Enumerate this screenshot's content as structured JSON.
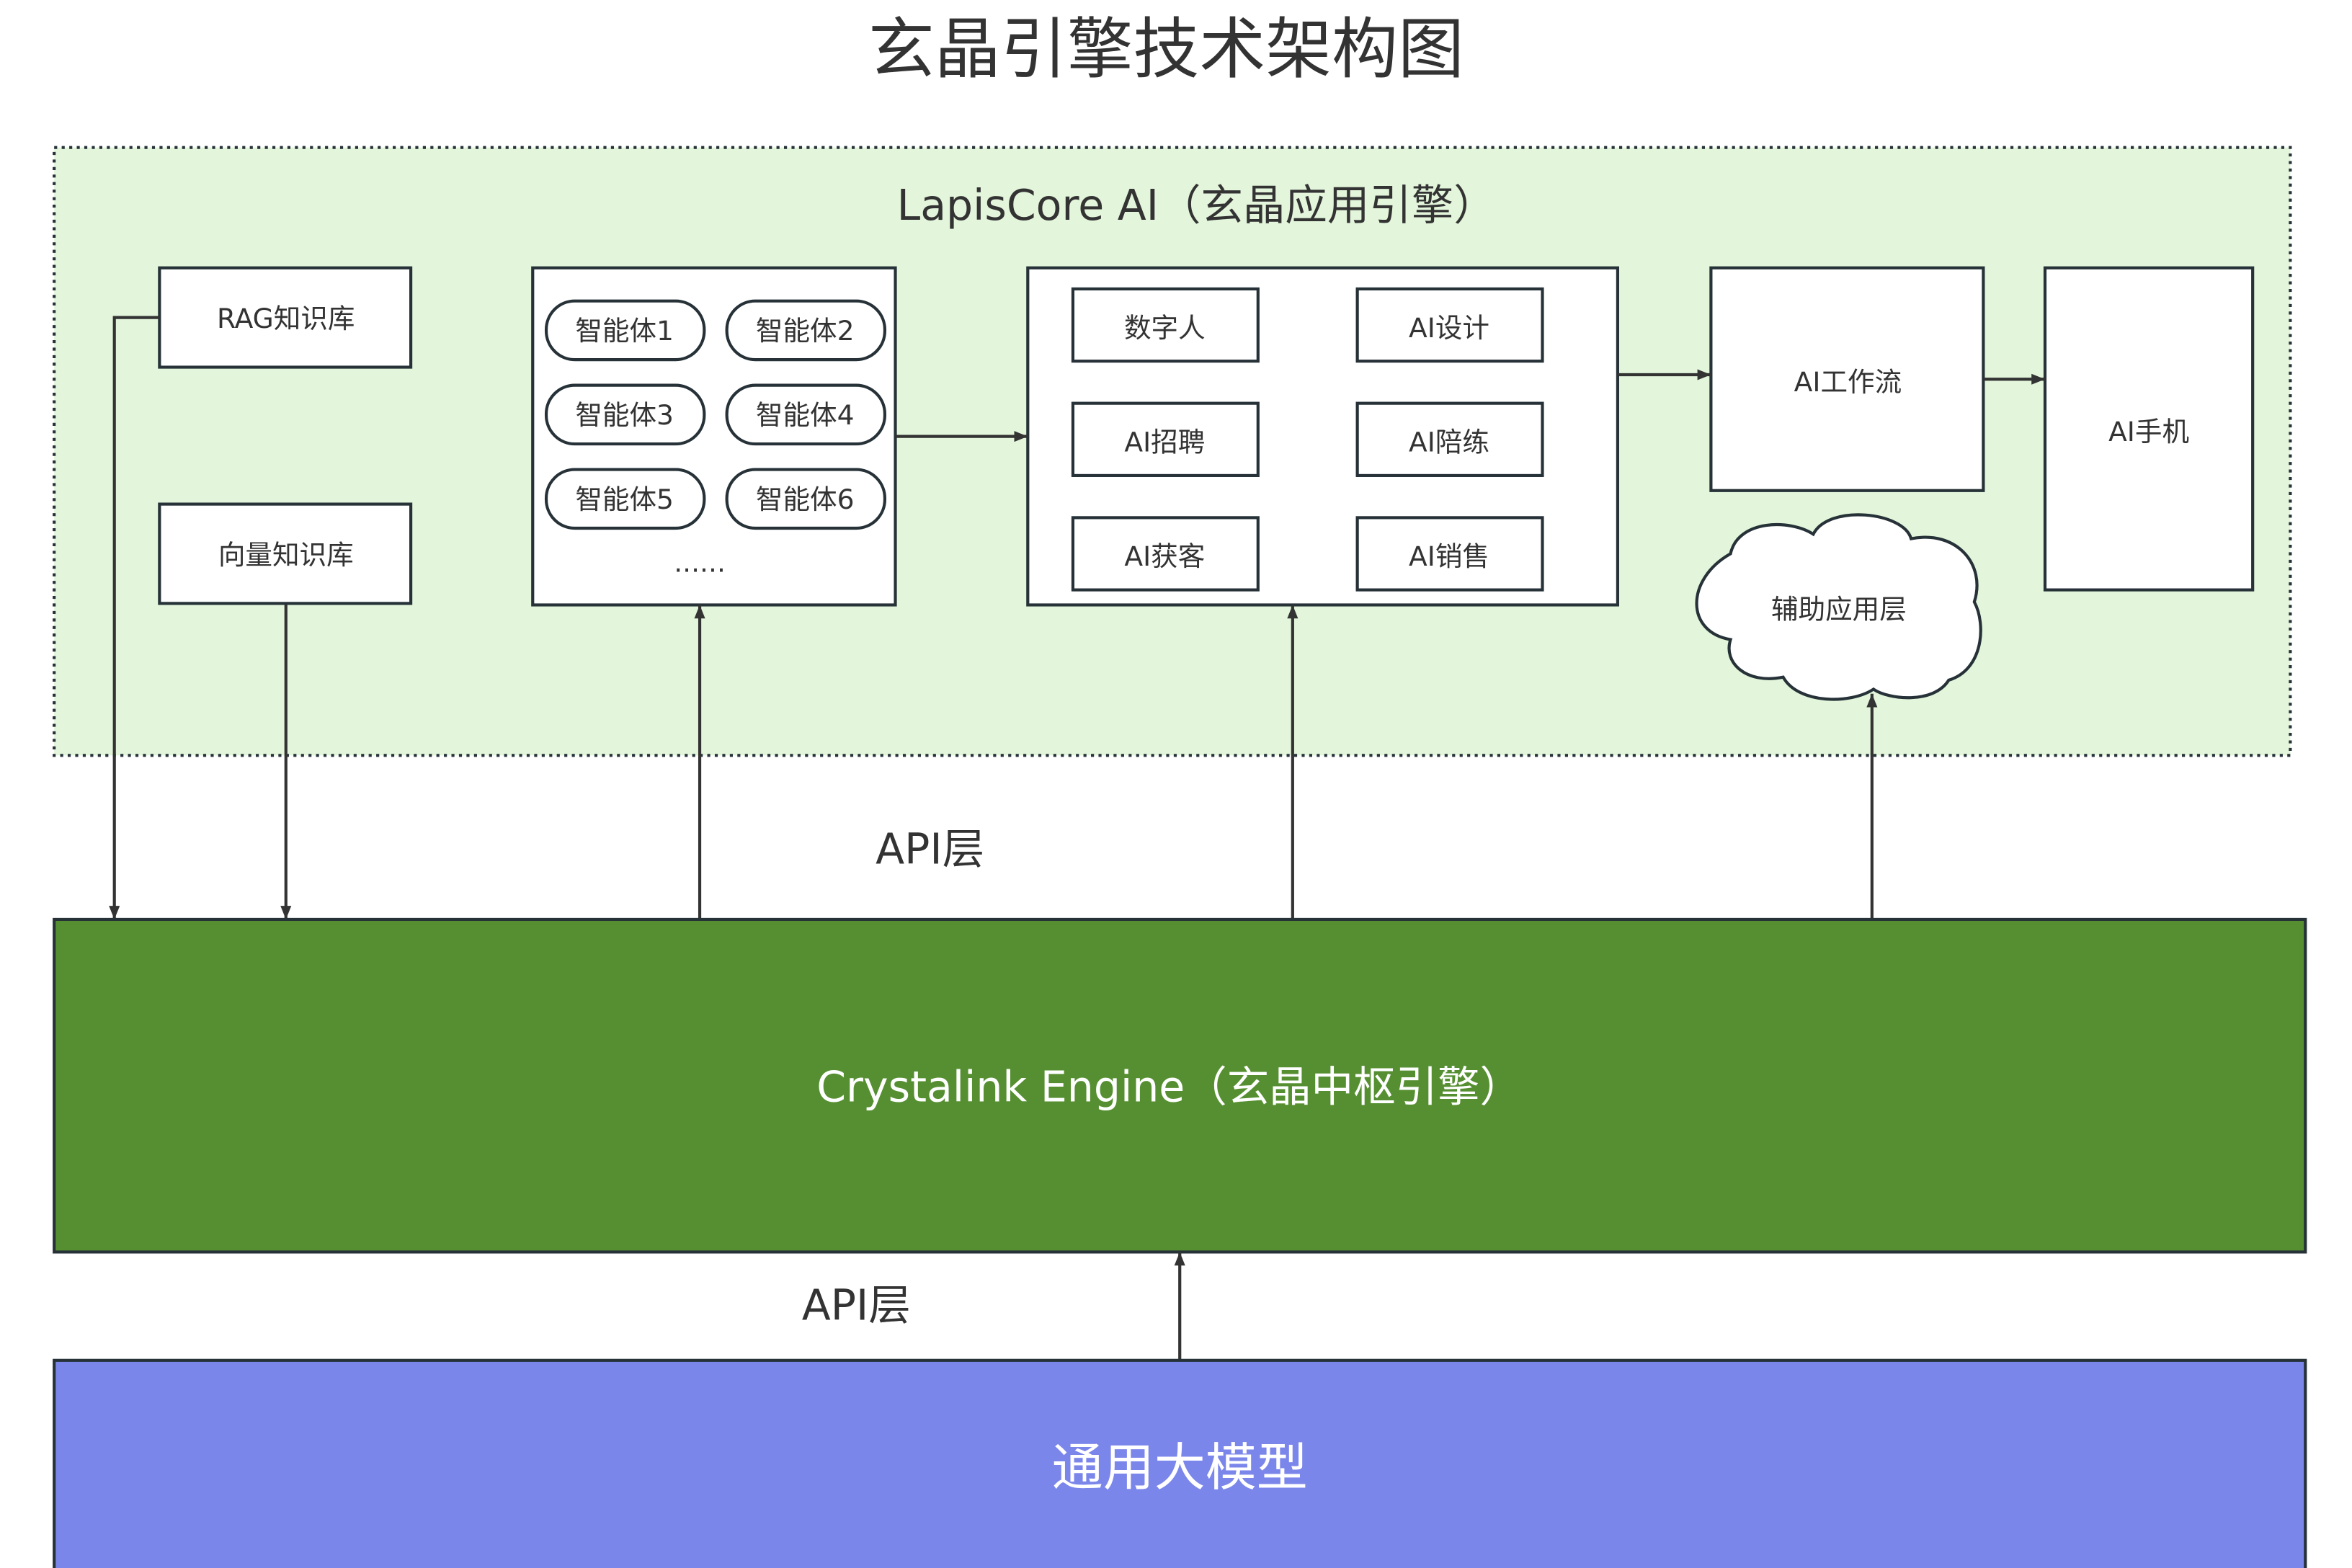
{
  "title": "玄晶引擎技术架构图",
  "colors": {
    "app_layer_bg": "#e3f5db",
    "engine_bg": "#568f31",
    "model_bg": "#7b86eb",
    "stroke": "#263238",
    "text": "#333333"
  },
  "app_layer": {
    "title": "LapisCore AI（玄晶应用引擎）",
    "knowledge": [
      "RAG知识库",
      "向量知识库"
    ],
    "agents": [
      "智能体1",
      "智能体2",
      "智能体3",
      "智能体4",
      "智能体5",
      "智能体6"
    ],
    "agents_more": "......",
    "apps": [
      "数字人",
      "AI设计",
      "AI招聘",
      "AI陪练",
      "AI获客",
      "AI销售"
    ],
    "workflow": "AI工作流",
    "phone": "AI手机",
    "aux": "辅助应用层"
  },
  "api_label_upper": "API层",
  "api_label_lower": "API层",
  "engine": {
    "title": "Crystalink Engine（玄晶中枢引擎）"
  },
  "model": {
    "title": "通用大模型"
  }
}
